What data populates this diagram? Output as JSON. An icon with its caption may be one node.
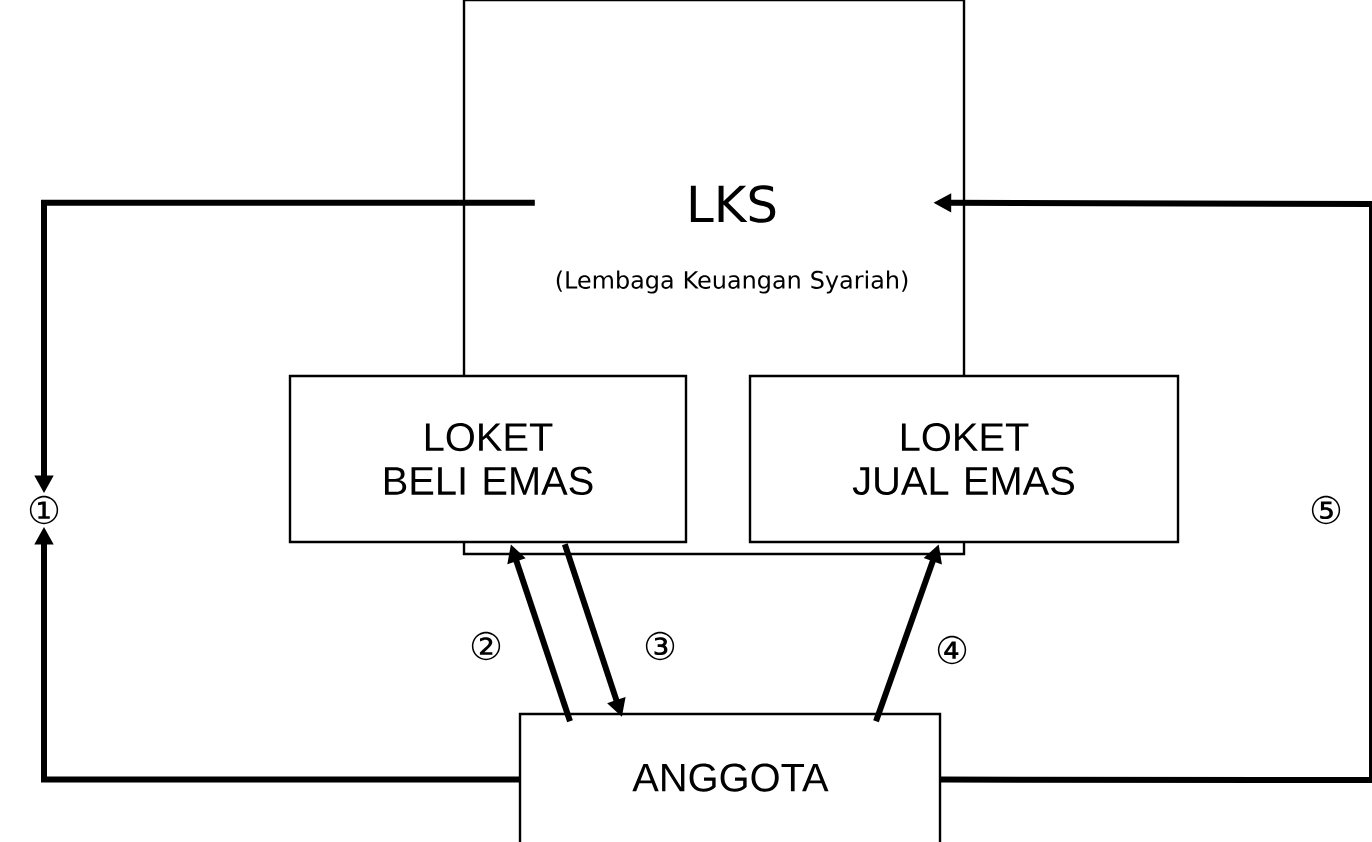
{
  "diagram": {
    "nodes": [
      {
        "text": [
          "LKS",
          "(Lembaga Keuangan Syariah)"
        ]
      },
      {
        "text": [
          "LOKET BELI EMAS"
        ]
      },
      {
        "text": [
          "LOKET JUAL EMAS"
        ]
      },
      {
        "text": [
          "ANGGOTA"
        ]
      },
      {
        "text": [
          "①"
        ]
      }
    ],
    "edges": [
      {
        "from": 0,
        "to": 4,
        "arrow": "to"
      },
      {
        "from": 3,
        "to": 4,
        "arrow": "to"
      },
      {
        "from": 3,
        "to": 1,
        "arrow": "to",
        "label": "②"
      },
      {
        "from": 1,
        "to": 3,
        "arrow": "to",
        "label": "③"
      },
      {
        "from": 3,
        "to": 2,
        "arrow": "to",
        "label": "④"
      },
      {
        "from": 3,
        "to": 0,
        "arrow": "to",
        "label": "⑤"
      }
    ]
  }
}
